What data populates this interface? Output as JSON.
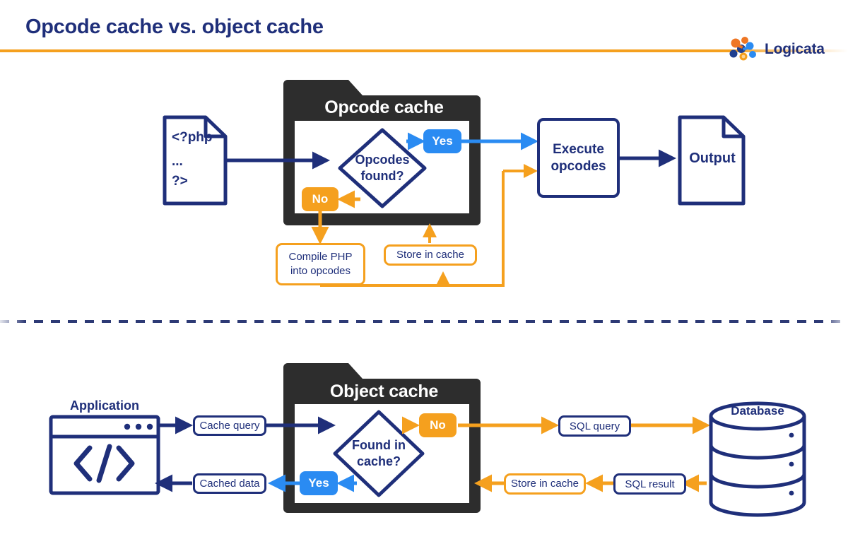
{
  "header": {
    "title": "Opcode cache vs. object cache",
    "brand_name": "Logicata",
    "brand_icon": "logicata-molecule-logo",
    "rule_color": "#f5a01e",
    "title_color": "#1f2f7a"
  },
  "colors": {
    "navy": "#1f2f7a",
    "orange": "#f5a01e",
    "blue": "#2a8bf2",
    "panel_dark": "#2d2d2d",
    "white": "#ffffff"
  },
  "opcode_section": {
    "panel_title": "Opcode cache",
    "php_doc": {
      "icon": "php-file-icon",
      "line1": "<?php",
      "line2": "...",
      "line3": "?>"
    },
    "decision": "Opcodes\nfound?",
    "yes_badge": "Yes",
    "no_badge": "No",
    "compile_box": "Compile PHP\ninto opcodes",
    "store_box": "Store in cache",
    "execute_box": "Execute\nopcodes",
    "output_doc": {
      "icon": "output-file-icon",
      "label": "Output"
    }
  },
  "object_section": {
    "panel_title": "Object cache",
    "application": {
      "icon": "application-window-code-icon",
      "caption": "Application"
    },
    "cache_query": "Cache query",
    "cached_data": "Cached data",
    "decision": "Found in\ncache?",
    "no_badge": "No",
    "yes_badge": "Yes",
    "sql_query": "SQL query",
    "sql_result": "SQL result",
    "store_in_cache": "Store in cache",
    "database": {
      "icon": "database-cylinder-icon",
      "label": "Database"
    }
  }
}
